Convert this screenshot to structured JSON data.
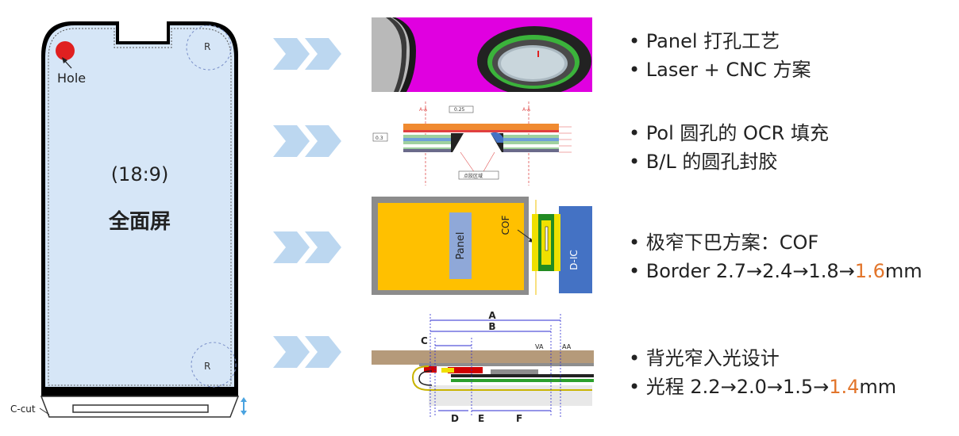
{
  "phone": {
    "hole_label": "Hole",
    "corner_r_label": "R",
    "ratio": "(18:9)",
    "title": "全面屏",
    "ccut_label": "C-cut"
  },
  "rows": [
    {
      "bullets": [
        "• Panel 打孔工艺",
        "• Laser + CNC 方案"
      ]
    },
    {
      "bullets": [
        "• Pol 圆孔的 OCR 填充",
        "• B/L 的圆孔封胶"
      ]
    },
    {
      "bullets": [
        "• 极窄下巴方案：COF"
      ],
      "border_prefix": "• Border 2.7→2.4→1.8→",
      "border_value": "1.6",
      "border_unit": "mm"
    },
    {
      "bullets": [
        "• 背光窄入光设计"
      ],
      "light_prefix": "• 光程 2.2→2.0→1.5→",
      "light_value": "1.4",
      "light_unit": "mm"
    }
  ],
  "diagram2": {
    "aa_left": "A-A",
    "aa_right": "A-A",
    "dim_top": "0.25",
    "dim_side": "0.3",
    "zone": "点胶区域"
  },
  "diagram3": {
    "panel": "Panel",
    "cof": "COF",
    "dic": "D-IC"
  },
  "diagram4": {
    "A": "A",
    "B": "B",
    "C": "C",
    "D": "D",
    "E": "E",
    "F": "F",
    "VA": "VA",
    "AA": "AA"
  },
  "colors": {
    "arrow": "#bcd7f0",
    "phone_fill": "#d6e6f7",
    "highlight": "#e2752b",
    "magenta": "#e000e0",
    "cof_yellow": "#ffc000",
    "dic_blue": "#4472c4"
  }
}
